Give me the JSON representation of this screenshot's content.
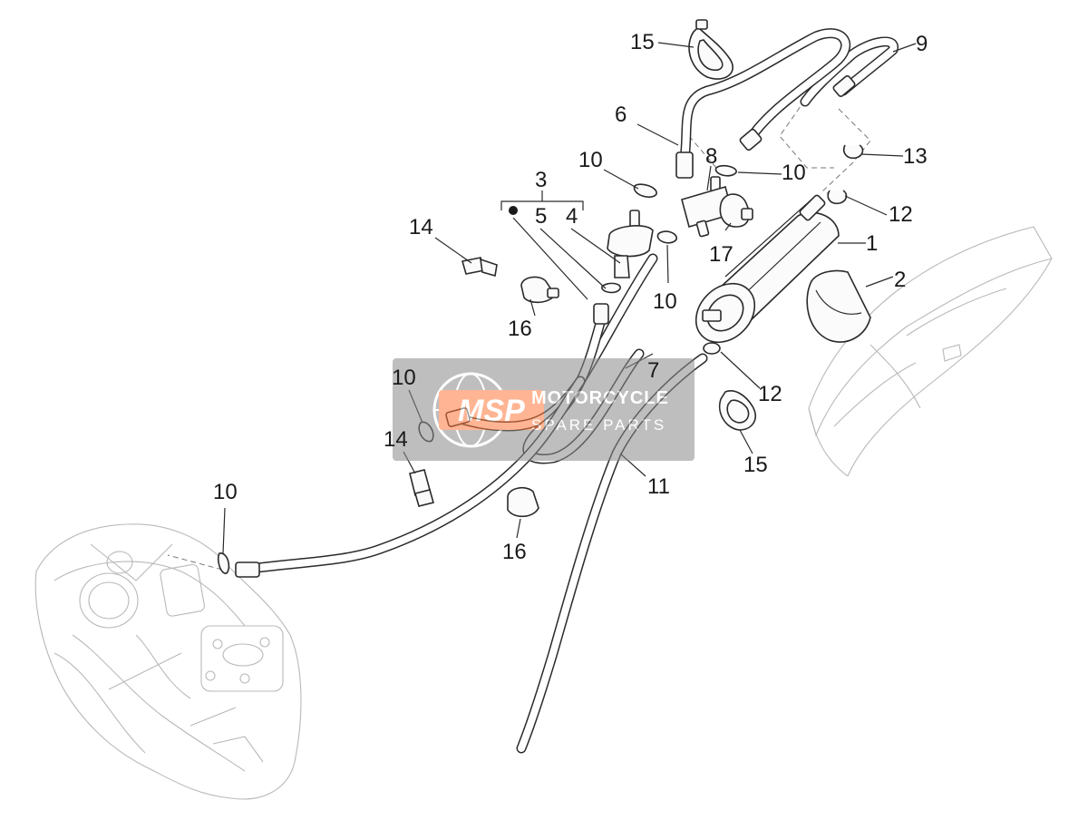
{
  "diagram": {
    "callouts": [
      {
        "id": "c1",
        "label": "1"
      },
      {
        "id": "c2",
        "label": "2"
      },
      {
        "id": "c3",
        "label": "3"
      },
      {
        "id": "c4",
        "label": "4"
      },
      {
        "id": "c5",
        "label": "5"
      },
      {
        "id": "c6",
        "label": "6"
      },
      {
        "id": "c7",
        "label": "7"
      },
      {
        "id": "c8",
        "label": "8"
      },
      {
        "id": "c9",
        "label": "9"
      },
      {
        "id": "c10a",
        "label": "10"
      },
      {
        "id": "c10b",
        "label": "10"
      },
      {
        "id": "c10c",
        "label": "10"
      },
      {
        "id": "c10d",
        "label": "10"
      },
      {
        "id": "c10e",
        "label": "10"
      },
      {
        "id": "c11",
        "label": "11"
      },
      {
        "id": "c12a",
        "label": "12"
      },
      {
        "id": "c12b",
        "label": "12"
      },
      {
        "id": "c13",
        "label": "13"
      },
      {
        "id": "c14a",
        "label": "14"
      },
      {
        "id": "c14b",
        "label": "14"
      },
      {
        "id": "c15a",
        "label": "15"
      },
      {
        "id": "c15b",
        "label": "15"
      },
      {
        "id": "c16a",
        "label": "16"
      },
      {
        "id": "c16b",
        "label": "16"
      },
      {
        "id": "c17",
        "label": "17"
      }
    ]
  },
  "watermark": {
    "logo": "MSP",
    "line1": "MOTORCYCLE",
    "line2": "SPARE PARTS"
  }
}
